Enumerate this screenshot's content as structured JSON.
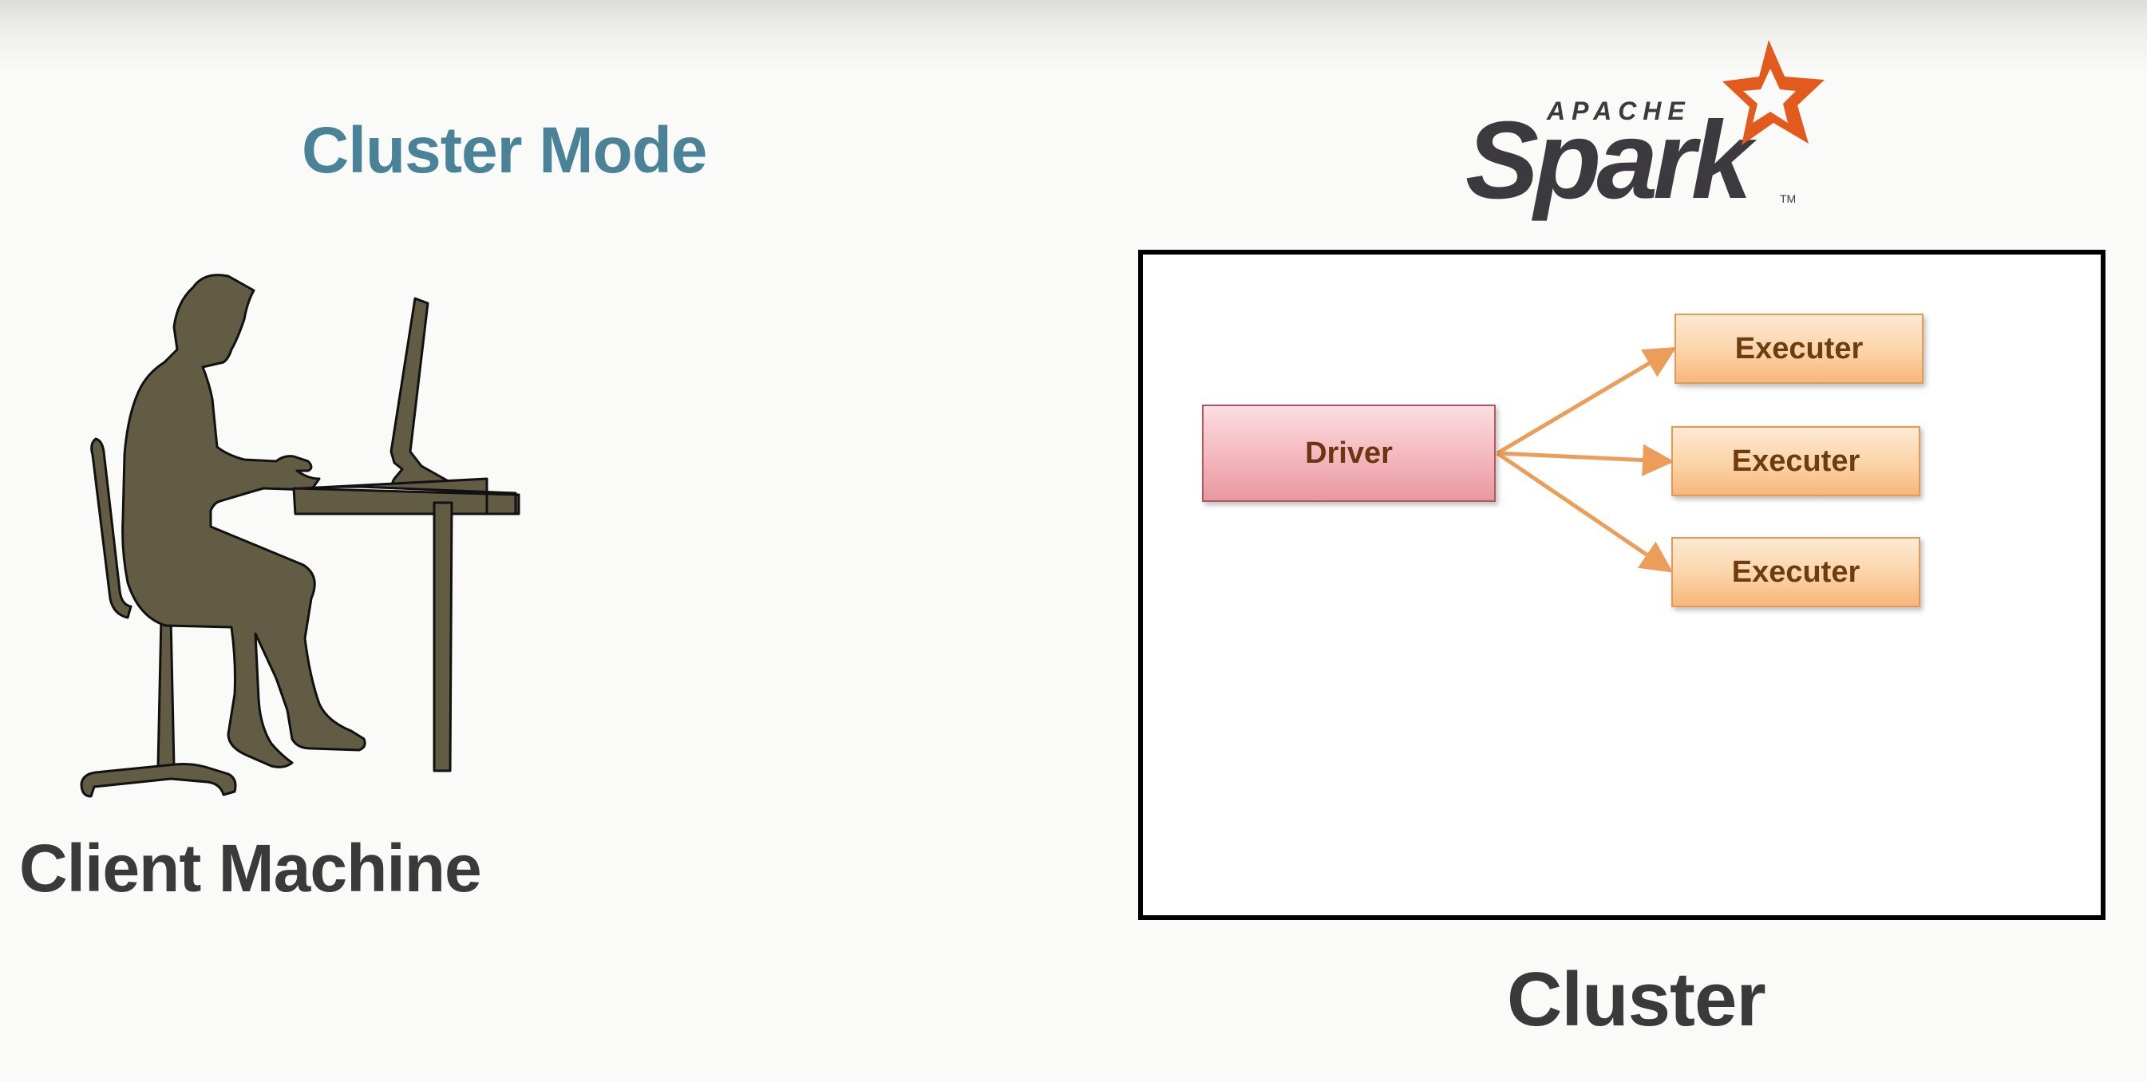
{
  "slide": {
    "title": "Cluster Mode",
    "client_label": "Client Machine",
    "cluster_label": "Cluster"
  },
  "logo": {
    "apache": "APACHE",
    "spark": "Spark",
    "tm": "TM"
  },
  "nodes": {
    "driver": "Driver",
    "executers": [
      "Executer",
      "Executer",
      "Executer"
    ]
  },
  "colors": {
    "title": "#4a8298",
    "driver_fill": "#f3b7bd",
    "executer_fill": "#fbd3a8",
    "arrow": "#ec9d59",
    "silhouette": "#625c45",
    "spark_star": "#e25a1c"
  },
  "icons": {
    "client": "person-at-computer-icon",
    "logo": "apache-spark-logo"
  }
}
